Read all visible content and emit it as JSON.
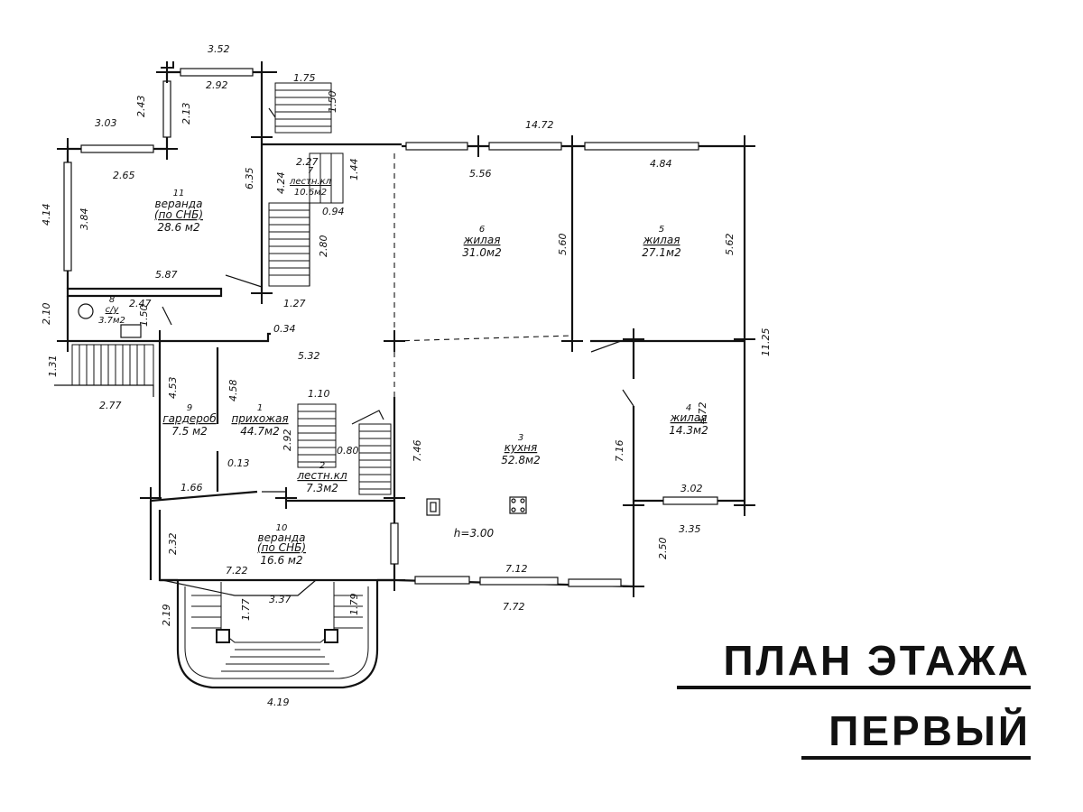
{
  "title": {
    "line1": "ПЛАН ЭТАЖА",
    "line2": "ПЕРВЫЙ"
  },
  "ceiling_height": "h=3.00",
  "rooms": [
    {
      "no": "1",
      "name": "прихожая",
      "area": "44.7м2"
    },
    {
      "no": "2",
      "name": "лестн.кл",
      "area": "7.3м2"
    },
    {
      "no": "3",
      "name": "кухня",
      "area": "52.8м2"
    },
    {
      "no": "4",
      "name": "жилая",
      "area": "14.3м2"
    },
    {
      "no": "5",
      "name": "жилая",
      "area": "27.1м2"
    },
    {
      "no": "6",
      "name": "жилая",
      "area": "31.0м2"
    },
    {
      "no": "7",
      "name": "лестн.кл",
      "area": "10.6м2"
    },
    {
      "no": "8",
      "name": "с/у",
      "area": "3.7м2"
    },
    {
      "no": "9",
      "name": "гардероб",
      "area": "7.5 м2"
    },
    {
      "no": "10",
      "name": "веранда",
      "note": "(по СНБ)",
      "area": "16.6 м2"
    },
    {
      "no": "11",
      "name": "веранда",
      "note": "(по СНБ)",
      "area": "28.6 м2"
    }
  ],
  "dimensions": [
    "3.52",
    "2.92",
    "1.75",
    "1.50",
    "2.43",
    "2.13",
    "3.03",
    "14.72",
    "2.27",
    "1.44",
    "4.24",
    "6.35",
    "0.94",
    "2.65",
    "3.84",
    "4.14",
    "5.56",
    "5.60",
    "4.84",
    "5.62",
    "2.80",
    "1.27",
    "5.87",
    "2.10",
    "2.47",
    "1.50",
    "0.34",
    "5.32",
    "1.31",
    "2.77",
    "4.53",
    "4.58",
    "1.10",
    "11.25",
    "0.80",
    "2.92",
    "7.46",
    "7.16",
    "4.72",
    "0.13",
    "1.66",
    "3.02",
    "2.32",
    "3.35",
    "2.50",
    "7.22",
    "7.12",
    "3.37",
    "7.72",
    "2.19",
    "1.77",
    "1.79",
    "4.19"
  ]
}
